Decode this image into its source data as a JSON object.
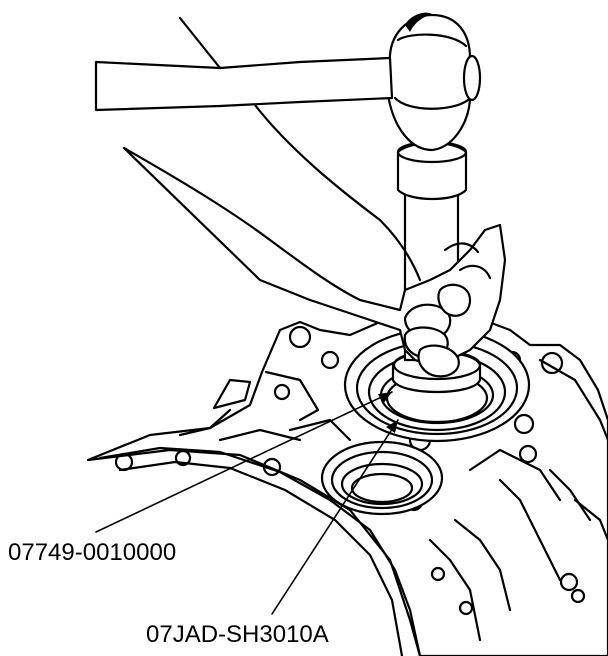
{
  "callouts": [
    {
      "id": "driver-handle",
      "text": "07749-0010000"
    },
    {
      "id": "driver-attachment",
      "text": "07JAD-SH3010A"
    }
  ],
  "colors": {
    "ink": "#000000",
    "paper": "#ffffff"
  }
}
